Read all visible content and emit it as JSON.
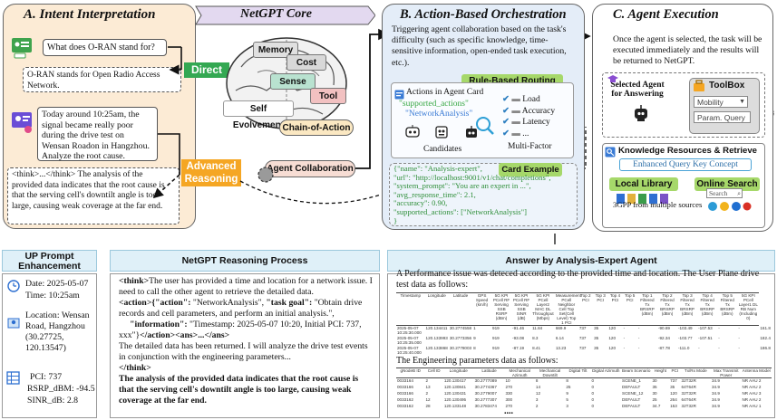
{
  "sections": {
    "a_title": "A. Intent Interpretation",
    "core_title": "NetGPT Core",
    "b_title": "B. Action-Based Orchestration",
    "c_title": "C. Agent Execution"
  },
  "intent": {
    "q1": "What does O-RAN stand for?",
    "a1": "O-RAN stands for Open Radio Access Network.",
    "q2": "Today around 10:25am, the signal became really poor during the drive test on Wensan Roadon in Hangzhou. Analyze the root cause.",
    "think_prefix": "<think>...</think> ",
    "think_body": "The analysis of the provided data indicates that the root cause is that the serving cell's downtilt angle is too large, causing weak coverage at the far end.",
    "direct_label": "Direct",
    "advanced_label_1": "Advanced",
    "advanced_label_2": "Reasoning"
  },
  "brain": {
    "memory": "Memory",
    "cost": "Cost",
    "sense": "Sense",
    "tool": "Tool",
    "self_evolvement": "Self Evolvement",
    "chain_of_action": "Chain-of-Action",
    "agent_collaboration": "Agent Collaboration"
  },
  "orchestration": {
    "intro": "Triggering agent collaboration based on the task's difficulty (such as specific knowledge, time-sensitive information, open-ended task execution, etc.).",
    "routing_label": "Rule-Based Routing",
    "actions_title": "Actions in Agent Card",
    "supported_actions": "\"supported_actions\"",
    "network_analysis": "\"NetworkAnalysis\"",
    "candidates": "Candidates",
    "factors": [
      "Load",
      "Accuracy",
      "Latency",
      "..."
    ],
    "multi_factor": "Multi-Factor",
    "card_label": "Card Example",
    "card_lines": [
      "{\"name\": \"Analysis-expert\",",
      "\"url\": \"http://localhost:9001/v1/chat/completions\",",
      "\"system_prompt\": \"You are an expert in ...\",",
      "\"avg_response_time\": 2.1,",
      "\"accuracy\": 0.90,",
      "\"supported_actions\": [\"NetworkAnalysis\"]",
      "}"
    ]
  },
  "execution": {
    "intro": "Once the agent is selected, the task will be executed immediately and the results will be returned to NetGPT.",
    "selected_agent_1": "Selected Agent",
    "selected_agent_2": "for Answering",
    "toolbox": "ToolBox",
    "mobility": "Mobility",
    "param_query": "Param. Query",
    "knowledge_title": "Knowledge Resources & Retrieve",
    "enhanced_query": "Enhanced Query Key Concept",
    "local_library": "Local Library",
    "online_search": "Online Search",
    "search_placeholder": "Search",
    "local_sources": "3GPP from multiple sources"
  },
  "prompt_panel": {
    "title": "UP Prompt Enhancement",
    "date": "Date: 2025-05-07",
    "time": "Time: 10:25am",
    "location": "Location: Wensan Road, Hangzhou (30.27725, 120.13547)",
    "pci": "PCI:  737",
    "rsrp": "RSRP_dBM:  -94.5",
    "sinr": "SINR_dB:  2.8"
  },
  "reasoning_panel": {
    "title": "NetGPT Reasoning Process",
    "think_open": "<think>",
    "line1": "The user has provided a time and location for a network issue. I need to call the other agent to retrieve the detailed data.",
    "action_open": "<action>{\"action\":",
    "action_val": " \"NetworkAnalysis\",",
    "task_key": " \"task goal\":",
    "task_val": " \"Obtain drive records and cell parameters, and perform an initial analysis.\",",
    "info_key": "     \"information\":",
    "info_val": " \"Timestamp: 2025-05-07 10:20, Initial PCI: 737, xxx\"}",
    "action_close": "</action><ans>...</ans>",
    "line3": "The detailed data has been returned. I will analyze the drive test events in conjunction with the engineering parameters...",
    "think_close": "</think>",
    "conclusion": "The analysis of the provided data indicates that the root cause is that the serving cell's downtilt angle is too large, causing weak coverage at the far end."
  },
  "answer_panel": {
    "title": "Answer by Analysis-Expert Agent",
    "intro": "A Performance issue was deteced according to the provided time and location. The User Plane drive test data as follows:",
    "eng_intro": "The Engineering parameters data as follows:",
    "ellipsis": "....",
    "drive_headers": [
      "Timestamp",
      "Longitude",
      "Latitude",
      "GPS Speed (km/h)",
      "5G KPI PCell RF Serving SSB RSRP (dBm)",
      "5G KPI PCell RF Serving SSB SINR (dB)",
      "5G KPI PCell Layer2 MAC DL Throughput (Mbps)",
      "Measurement PCell Neighbor Cell Top Set(Cell Level) Top 1 PCI",
      "Top 2 PCI",
      "Top 3 PCI",
      "Top 4 PCI",
      "Top 5 PCI",
      "Top 1 Filtered Tx BRSRP (dBm)",
      "Top 2 Filtered Tx BRSRP (dBm)",
      "Top 3 Filtered Tx BRSRP (dBm)",
      "Top 4 Filtered Tx BRSRP (dBm)",
      "Top 5 Filtered Tx BRSRP (dBm)",
      "5G KPI PCell Layer1 DL RB Num (Including 0)"
    ],
    "drive_rows": [
      [
        "2025-05-07 10:25:30.000",
        "120.134411",
        "30.2774558",
        "1",
        "919",
        "-91.46",
        "11.84",
        "669.9",
        "737",
        "35",
        "120",
        "-",
        "-",
        "-90.69",
        "-103.49",
        "-107.53",
        "-",
        "-",
        "161.8"
      ],
      [
        "2025-05-07 10:25:35.000",
        "120.133993",
        "30.2773356",
        "9",
        "919",
        "-93.08",
        "8.3",
        "6.14",
        "737",
        "35",
        "120",
        "-",
        "-",
        "-92.34",
        "-103.77",
        "-107.51",
        "-",
        "-",
        "182.4"
      ],
      [
        "2025-05-07 10:25:40.000",
        "120.133868",
        "30.2778003",
        "8",
        "919",
        "-87.19",
        "8.41",
        "13.23",
        "737",
        "35",
        "120",
        "-",
        "-",
        "-87.78",
        "-111.0",
        "-",
        "-",
        "-",
        "186.8"
      ]
    ],
    "eng_headers": [
      "gNodeB ID",
      "Cell ID",
      "Longitude",
      "Latitude",
      "Mechanical Azimuth",
      "Mechanical Downtilt",
      "Digital Tilt",
      "Digital Azimuth",
      "Beam Scenario",
      "Height",
      "PCI",
      "Tx/Rx Mode",
      "Max Transmit Power",
      "Antenna Model"
    ],
    "eng_rows": [
      [
        "0033164",
        "2",
        "120.130417",
        "30.2777089",
        "10",
        "8",
        "8",
        "0",
        "SCENE_1",
        "30",
        "737",
        "32T32R",
        "34.9",
        "NR AAU 2"
      ],
      [
        "0033166",
        "13",
        "120.130841",
        "30.2774367",
        "270",
        "14",
        "25",
        "0",
        "DEFAULT",
        "35",
        "35",
        "64T64R",
        "34.9",
        "NR AAU 2"
      ],
      [
        "0033166",
        "2",
        "120.130431",
        "30.2779007",
        "330",
        "12",
        "9",
        "0",
        "SCENE_12",
        "30",
        "120",
        "32T32R",
        "34.9",
        "NR AAU 3"
      ],
      [
        "0033162",
        "12",
        "120.130495",
        "30.2777307",
        "300",
        "3",
        "5",
        "0",
        "DEFAULT",
        "25",
        "264",
        "64T64R",
        "34.9",
        "NR AAU 2"
      ],
      [
        "0033162",
        "28",
        "120.133148",
        "30.2783474",
        "270",
        "2",
        "3",
        "0",
        "DEFAULT",
        "34.7",
        "153",
        "32T32R",
        "34.9",
        "NR AAU 1"
      ]
    ]
  },
  "colors": {
    "panel_a_bg": "#fcebd5",
    "panel_b_bg": "#e4edf8",
    "panel_c_bg": "#ffffff",
    "direct_green": "#33a852",
    "advanced_orange": "#f5a623",
    "routing_green": "#a6d86a",
    "core_purple": "#e3d9f0"
  }
}
